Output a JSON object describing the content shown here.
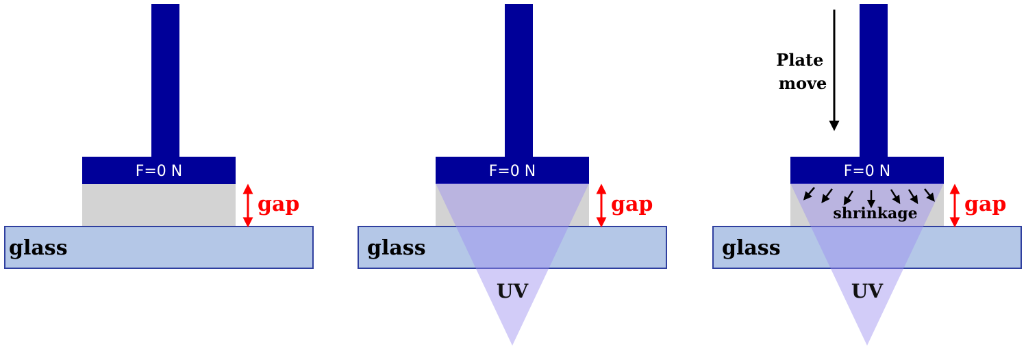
{
  "colors": {
    "plate": "#000099",
    "sample": "#d3d3d3",
    "glass_fill": "#b4c7e7",
    "glass_stroke": "#2f3f9f",
    "uv": "#9b8ff0",
    "gap_arrow": "#ff0000",
    "arrow": "#000000"
  },
  "panels": [
    {
      "force_label": "F=0 N",
      "gap_label": "gap",
      "glass_label": "glass"
    },
    {
      "force_label": "F=0 N",
      "gap_label": "gap",
      "glass_label": "glass",
      "uv_label": "UV"
    },
    {
      "force_label": "F=0 N",
      "gap_label": "gap",
      "glass_label": "glass",
      "uv_label": "UV",
      "shrinkage_label": "shrinkage",
      "move_label_line1": "Plate",
      "move_label_line2": "move"
    }
  ]
}
